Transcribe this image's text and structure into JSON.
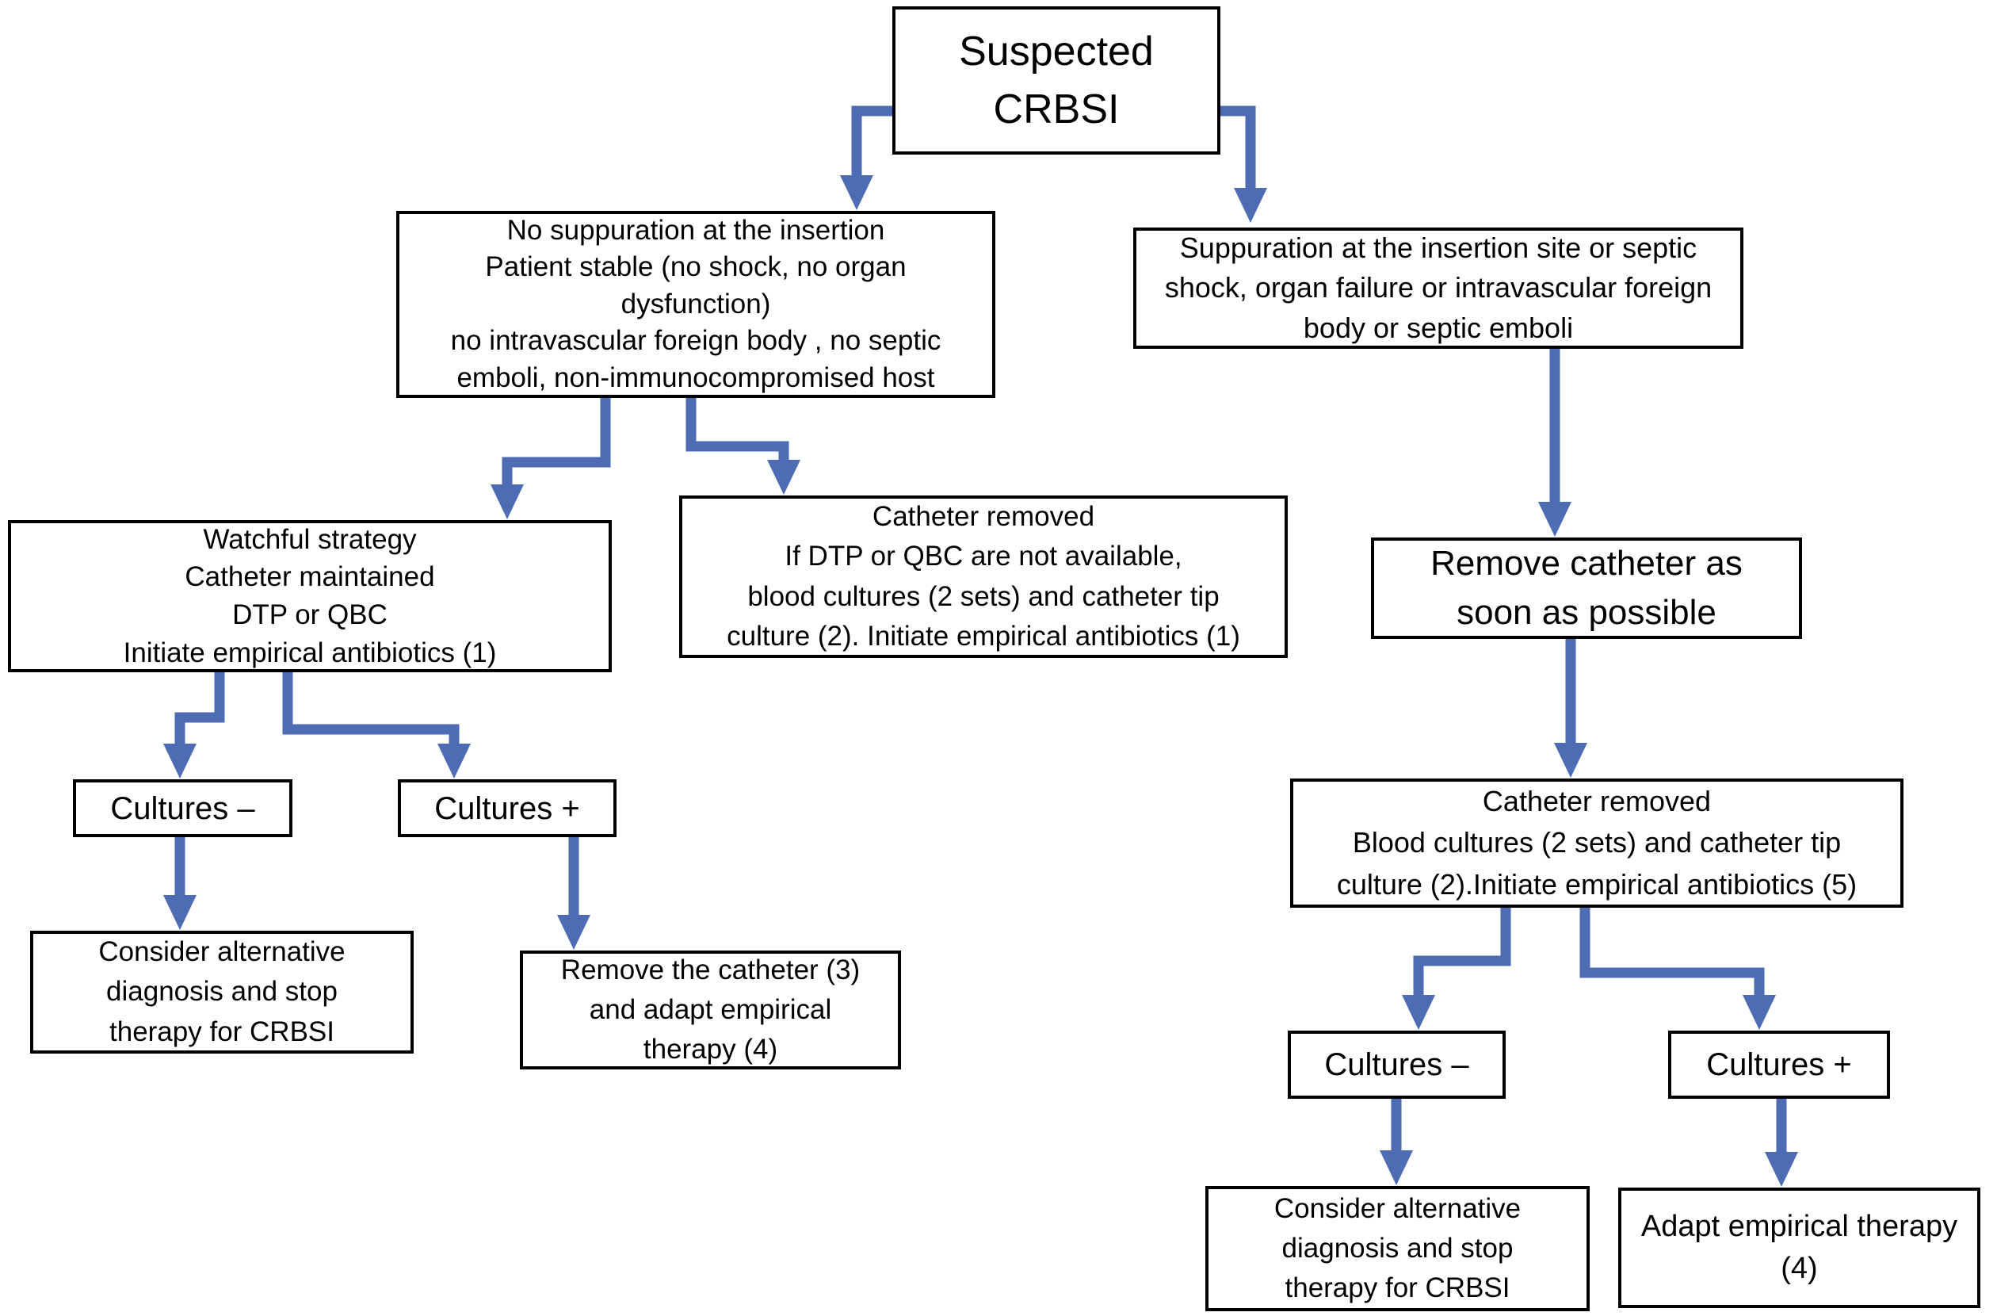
{
  "diagram_title": "Suspected CRBSI management flowchart",
  "colors": {
    "arrow": "#4d6cb4",
    "box_border": "#000000",
    "box_fill": "#ffffff",
    "text": "#000000",
    "background": "#ffffff"
  },
  "nodes": {
    "suspected": {
      "text": "Suspected\nCRBSI"
    },
    "no_suppuration": {
      "text": "No suppuration at the insertion\nPatient stable (no shock, no organ\ndysfunction)\nno intravascular foreign body , no septic\nemboli, non-immunocompromised host"
    },
    "suppuration": {
      "text": "Suppuration at the insertion site or septic\nshock, organ failure or intravascular foreign\nbody or septic emboli"
    },
    "watchful": {
      "text": "Watchful strategy\nCatheter maintained\nDTP or QBC\nInitiate empirical antibiotics (1)"
    },
    "catheter_removed_no_dtp": {
      "text": "Catheter removed\nIf DTP or QBC are not available,\nblood cultures (2 sets) and catheter tip\nculture (2). Initiate empirical antibiotics (1)"
    },
    "remove_asap": {
      "text": "Remove catheter as\nsoon as possible"
    },
    "cultures_neg_left": {
      "text": "Cultures –"
    },
    "cultures_pos_left": {
      "text": "Cultures +"
    },
    "catheter_removed_right": {
      "text": "Catheter removed\nBlood cultures (2 sets) and catheter tip\nculture (2).Initiate empirical antibiotics (5)"
    },
    "consider_alt_left": {
      "text": "Consider alternative\ndiagnosis and stop\ntherapy for CRBSI"
    },
    "remove_catheter_adapt": {
      "text": "Remove the catheter (3)\nand adapt empirical\ntherapy (4)"
    },
    "cultures_neg_right": {
      "text": "Cultures –"
    },
    "cultures_pos_right": {
      "text": "Cultures +"
    },
    "consider_alt_right": {
      "text": "Consider alternative\ndiagnosis and stop\ntherapy for CRBSI"
    },
    "adapt_empirical": {
      "text": "Adapt empirical therapy\n(4)"
    }
  }
}
